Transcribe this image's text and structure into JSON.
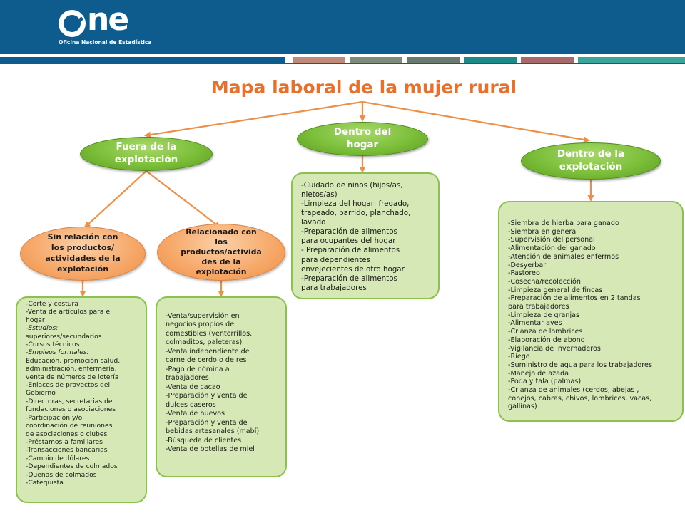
{
  "header": {
    "logo_word": "ne",
    "logo_subtitle": "Oficina Nacional de Estadística",
    "color": "#0e5c8e",
    "stripe_colors": [
      "#c08a7a",
      "#7f8a78",
      "#6a7a6e",
      "#1d8a8a",
      "#a66a6a",
      "#3aa59a"
    ]
  },
  "title": "Mapa laboral de la mujer rural",
  "nodes": {
    "fuera": "Fuera de la\nexplotación",
    "hogar": "Dentro del\nhogar",
    "dentro_explotacion": "Dentro de la\nexplotación",
    "sin_relacion": "Sin relación con\nlos productos/\nactividades de la\nexplotación",
    "relacionado": "Relacionado con\nlos\nproductos/activida\ndes de la\nexplotación"
  },
  "boxes": {
    "sin_relacion": [
      {
        "text": "-Corte y costura"
      },
      {
        "text": "-Venta de artículos para el"
      },
      {
        "text": "hogar"
      },
      {
        "text": "-Estudios:",
        "italic": true
      },
      {
        "text": "superiores/secundarios"
      },
      {
        "text": "-Cursos técnicos"
      },
      {
        "text": "-Empleos formales:",
        "italic": true
      },
      {
        "text": "Educación, promoción salud,"
      },
      {
        "text": "administración, enfermería,"
      },
      {
        "text": "venta de números de lotería"
      },
      {
        "text": "-Enlaces de proyectos del"
      },
      {
        "text": "Gobierno"
      },
      {
        "text": "-Directoras, secretarias  de"
      },
      {
        "text": "fundaciones o asociaciones"
      },
      {
        "text": "-Participación y/o"
      },
      {
        "text": "coordinación de reuniones"
      },
      {
        "text": "de asociaciones o clubes"
      },
      {
        "text": "-Préstamos a familiares"
      },
      {
        "text": "-Transacciones bancarias"
      },
      {
        "text": "-Cambio de dólares"
      },
      {
        "text": "-Dependientes de colmados"
      },
      {
        "text": "-Dueñas de colmados"
      },
      {
        "text": "-Catequista"
      }
    ],
    "relacionado": [
      {
        "text": "-Venta/supervisión en"
      },
      {
        "text": "negocios propios de"
      },
      {
        "text": "comestibles (ventorrillos,"
      },
      {
        "text": "colmaditos, paleteras)"
      },
      {
        "text": "-Venta independiente  de"
      },
      {
        "text": "carne de cerdo o de res"
      },
      {
        "text": "-Pago de nómina a"
      },
      {
        "text": "trabajadores"
      },
      {
        "text": "-Venta de cacao"
      },
      {
        "text": "-Preparación y venta de"
      },
      {
        "text": "dulces caseros"
      },
      {
        "text": "-Venta de huevos"
      },
      {
        "text": "-Preparación y venta de"
      },
      {
        "text": "bebidas artesanales (mabí)"
      },
      {
        "text": "-Búsqueda de clientes"
      },
      {
        "text": "-Venta de botellas de miel"
      }
    ],
    "hogar": [
      {
        "text": "-Cuidado de niños (hijos/as,"
      },
      {
        "text": "nietos/as)"
      },
      {
        "text": "-Limpieza del hogar: fregado,"
      },
      {
        "text": "trapeado, barrido, planchado,"
      },
      {
        "text": "lavado"
      },
      {
        "text": "-Preparación de alimentos"
      },
      {
        "text": "para ocupantes del hogar"
      },
      {
        "text": "- Preparación de alimentos"
      },
      {
        "text": "para dependientes"
      },
      {
        "text": "envejecientes de otro hogar"
      },
      {
        "text": "-Preparación de alimentos"
      },
      {
        "text": "para trabajadores"
      }
    ],
    "dentro_explotacion": [
      {
        "text": "-Siembra de hierba para ganado"
      },
      {
        "text": "-Siembra en general"
      },
      {
        "text": "-Supervisión del personal"
      },
      {
        "text": "-Alimentación del ganado"
      },
      {
        "text": "-Atención de animales enfermos"
      },
      {
        "text": "-Desyerbar"
      },
      {
        "text": "-Pastoreo"
      },
      {
        "text": "-Cosecha/recolección"
      },
      {
        "text": "-Limpieza general de fincas"
      },
      {
        "text": "-Preparación de alimentos  en 2 tandas"
      },
      {
        "text": "para trabajadores"
      },
      {
        "text": "-Limpieza de granjas"
      },
      {
        "text": "-Alimentar aves"
      },
      {
        "text": "-Crianza de lombrices"
      },
      {
        "text": "-Elaboración de abono"
      },
      {
        "text": "-Vigilancia de invernaderos"
      },
      {
        "text": "-Riego"
      },
      {
        "text": "-Suministro de agua para los trabajadores"
      },
      {
        "text": "-Manejo de azada"
      },
      {
        "text": "-Poda y tala (palmas)"
      },
      {
        "text": "-Crianza de animales (cerdos, abejas ,"
      },
      {
        "text": "conejos, cabras, chivos, lombrices, vacas,"
      },
      {
        "text": "gallinas)"
      }
    ]
  },
  "colors": {
    "title": "#e8702a",
    "arrows": "#ee8f47",
    "green_node": "#7cbf3a",
    "orange_node": "#f6a767",
    "box_fill": "#d6e8b5",
    "box_border": "#8cc04f"
  }
}
